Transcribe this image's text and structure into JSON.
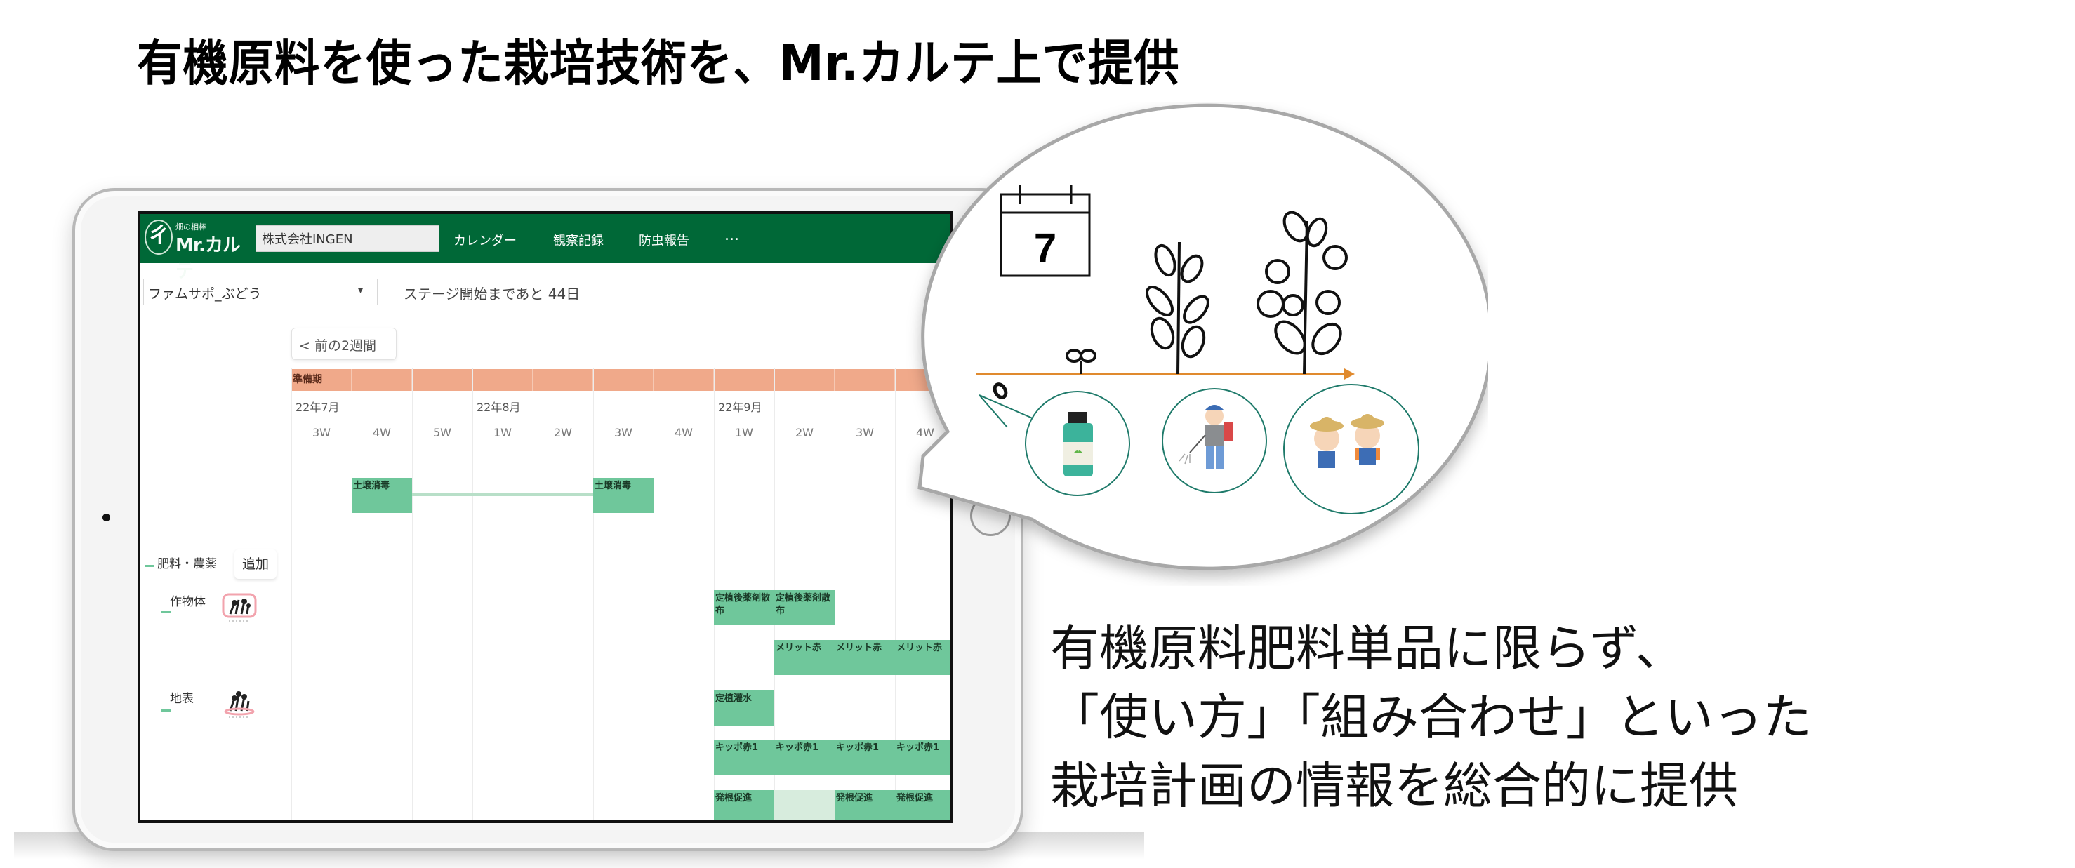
{
  "page_title": "有機原料を使った栽培技術を、Mr.カルテ上で提供",
  "app": {
    "logo": {
      "tagline": "畑の相棒",
      "name": "Mr.カルテ",
      "mark": "ㄔ"
    },
    "header": {
      "company_input_value": "株式会社INGEN",
      "nav": [
        {
          "label": "カレンダー"
        },
        {
          "label": "観察記録"
        },
        {
          "label": "防虫報告"
        }
      ],
      "more_label": "..."
    },
    "toolbar": {
      "crop_select_value": "ファムサポ_ぶどう",
      "crop_select_arrow": "▾",
      "stage_status": "ステージ開始まであと 44日"
    },
    "calendar": {
      "prev_button_label": "< 前の2週間",
      "stage_band_label": "準備期",
      "colors": {
        "stage_band": "#f0a98a",
        "task_block": "#6fc79b",
        "task_block_light": "#d7ecdd",
        "header_green": "#006837"
      },
      "months": [
        {
          "label": "22年7月",
          "col": 0
        },
        {
          "label": "22年8月",
          "col": 3
        },
        {
          "label": "22年9月",
          "col": 7
        }
      ],
      "weeks": [
        "3W",
        "4W",
        "5W",
        "1W",
        "2W",
        "3W",
        "4W",
        "1W",
        "2W",
        "3W",
        "4W"
      ],
      "rows": [
        {
          "label": "肥料・農薬",
          "add_button": "追加"
        },
        {
          "label": "作物体",
          "icon": "crop-plant-icon"
        },
        {
          "label": "地表",
          "icon": "ground-plant-icon"
        }
      ],
      "tasks": [
        {
          "label": "土壌消毒",
          "col": 1,
          "row": "soil"
        },
        {
          "label": "土壌消毒",
          "col": 5,
          "row": "soil"
        },
        {
          "label": "定植後薬剤散布",
          "col": 7,
          "row": "spray"
        },
        {
          "label": "定植後薬剤散布",
          "col": 8,
          "row": "spray"
        },
        {
          "label": "メリット赤",
          "col": 8,
          "row": "merit"
        },
        {
          "label": "メリット赤",
          "col": 9,
          "row": "merit"
        },
        {
          "label": "メリット赤",
          "col": 10,
          "row": "merit"
        },
        {
          "label": "定植灌水",
          "col": 7,
          "row": "water"
        },
        {
          "label": "キッポ赤1",
          "col": 7,
          "row": "kippo"
        },
        {
          "label": "キッポ赤1",
          "col": 8,
          "row": "kippo"
        },
        {
          "label": "キッポ赤1",
          "col": 9,
          "row": "kippo"
        },
        {
          "label": "キッポ赤1",
          "col": 10,
          "row": "kippo"
        },
        {
          "label": "発根促進",
          "col": 7,
          "row": "root"
        },
        {
          "label": "",
          "col": 8,
          "row": "root",
          "light": true
        },
        {
          "label": "発根促進",
          "col": 9,
          "row": "root"
        },
        {
          "label": "発根促進",
          "col": 10,
          "row": "root"
        }
      ]
    }
  },
  "bubble": {
    "calendar_day": "7",
    "timeline_arrow_color": "#e08a2e",
    "stages": [
      "seed",
      "sprout",
      "young-plant",
      "flowering-plant"
    ],
    "illustrations": [
      "fertilizer-bottle",
      "farmer-spraying",
      "happy-farmer-kids"
    ]
  },
  "description": {
    "lines": [
      "有機原料肥料単品に限らず、",
      "「使い方」「組み合わせ」といった",
      "栽培計画の情報を総合的に提供"
    ]
  }
}
